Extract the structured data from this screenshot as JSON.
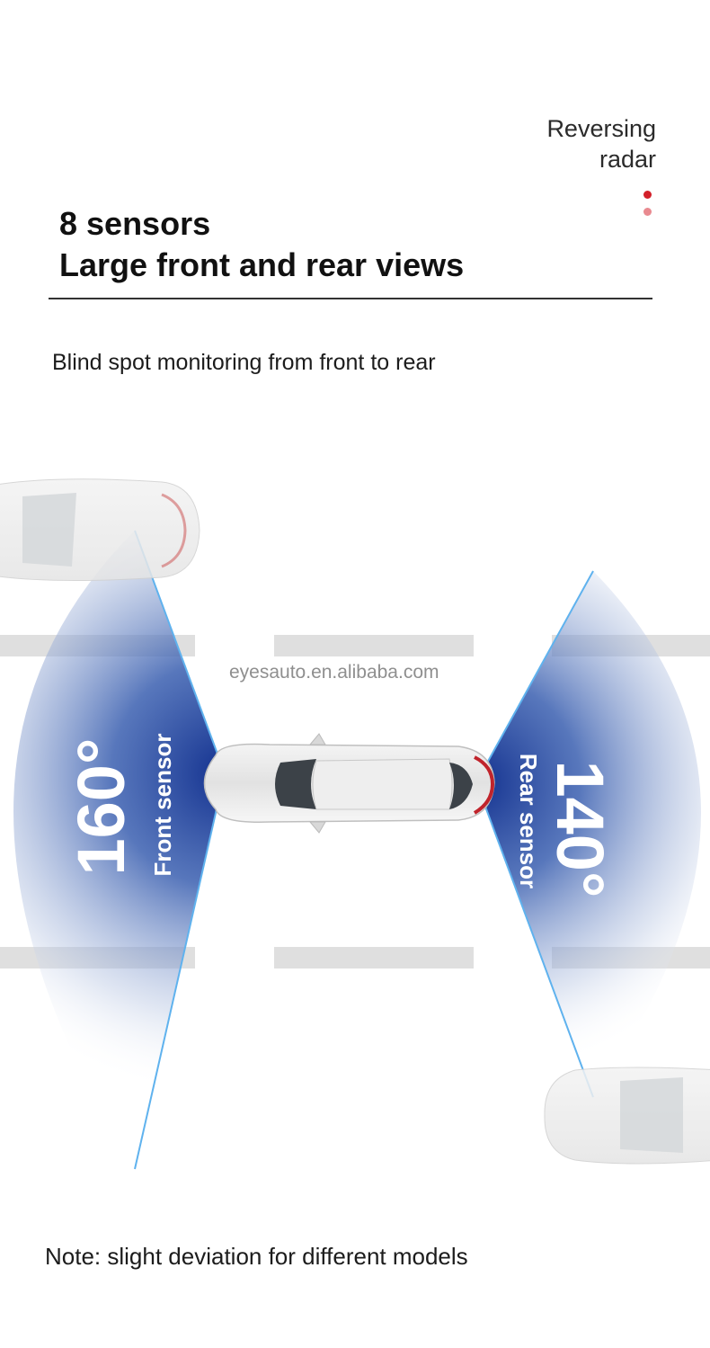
{
  "header": {
    "tag_line1": "Reversing",
    "tag_line2": "radar",
    "title_line1": "8 sensors",
    "title_line2": "Large front and rear views",
    "subtitle": "Blind spot monitoring from front to rear"
  },
  "diagram": {
    "watermark": "eyesauto.en.alibaba.com",
    "front": {
      "angle": "160°",
      "label": "Front sensor"
    },
    "rear": {
      "angle": "140°",
      "label": "Rear sensor"
    }
  },
  "footer": {
    "note": "Note: slight deviation for different models"
  },
  "colors": {
    "dot_primary": "#d3202a",
    "dot_secondary": "#e98a90",
    "beam_core": "#1b3c9a",
    "beam_edge": "#4fa3e6"
  }
}
